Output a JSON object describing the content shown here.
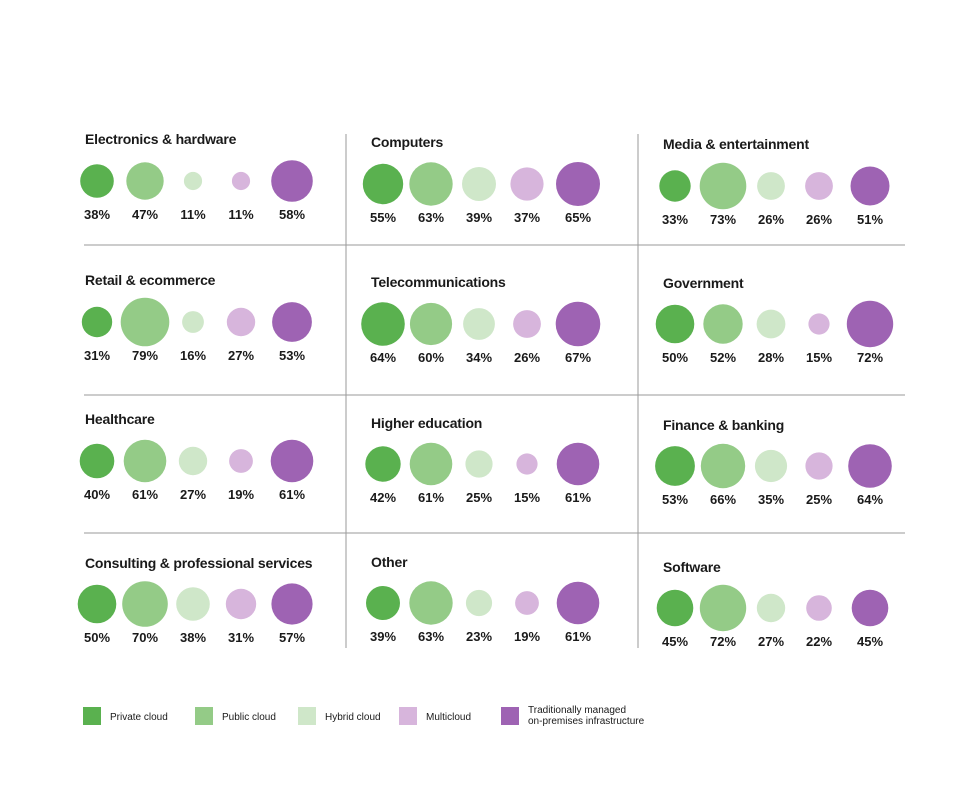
{
  "chart_data": {
    "type": "bubble",
    "series": [
      {
        "name": "Private cloud",
        "color": "#5ab14f"
      },
      {
        "name": "Public cloud",
        "color": "#94cb87"
      },
      {
        "name": "Hybrid cloud",
        "color": "#cfe7c9"
      },
      {
        "name": "Multicloud",
        "color": "#d7b5dc"
      },
      {
        "name": "Traditionally managed on-premises infrastructure",
        "legend_lines": [
          "Traditionally managed",
          "on-premises infrastructure"
        ],
        "color": "#9e63b3"
      }
    ],
    "panels": [
      {
        "title": "Electronics & hardware",
        "values": [
          38,
          47,
          11,
          11,
          58
        ],
        "labels": [
          "38%",
          "47%",
          "11%",
          "11%",
          "58%"
        ]
      },
      {
        "title": "Computers",
        "values": [
          55,
          63,
          39,
          37,
          65
        ],
        "labels": [
          "55%",
          "63%",
          "39%",
          "37%",
          "65%"
        ]
      },
      {
        "title": "Media & entertainment",
        "values": [
          33,
          73,
          26,
          26,
          51
        ],
        "labels": [
          "33%",
          "73%",
          "26%",
          "26%",
          "51%"
        ]
      },
      {
        "title": "Retail & ecommerce",
        "values": [
          31,
          79,
          16,
          27,
          53
        ],
        "labels": [
          "31%",
          "79%",
          "16%",
          "27%",
          "53%"
        ]
      },
      {
        "title": "Telecommunications",
        "values": [
          64,
          60,
          34,
          26,
          67
        ],
        "labels": [
          "64%",
          "60%",
          "34%",
          "26%",
          "67%"
        ]
      },
      {
        "title": "Government",
        "values": [
          50,
          52,
          28,
          15,
          72
        ],
        "labels": [
          "50%",
          "52%",
          "28%",
          "15%",
          "72%"
        ]
      },
      {
        "title": "Healthcare",
        "values": [
          40,
          61,
          27,
          19,
          61
        ],
        "labels": [
          "40%",
          "61%",
          "27%",
          "19%",
          "61%"
        ]
      },
      {
        "title": "Higher education",
        "values": [
          42,
          61,
          25,
          15,
          61
        ],
        "labels": [
          "42%",
          "61%",
          "25%",
          "15%",
          "61%"
        ]
      },
      {
        "title": "Finance & banking",
        "values": [
          53,
          66,
          35,
          25,
          64
        ],
        "labels": [
          "53%",
          "66%",
          "35%",
          "25%",
          "64%"
        ]
      },
      {
        "title": "Consulting & professional services",
        "values": [
          50,
          70,
          38,
          31,
          57
        ],
        "labels": [
          "50%",
          "70%",
          "38%",
          "31%",
          "57%"
        ]
      },
      {
        "title": "Other",
        "values": [
          39,
          63,
          23,
          19,
          61
        ],
        "labels": [
          "39%",
          "63%",
          "23%",
          "19%",
          "61%"
        ]
      },
      {
        "title": "Software",
        "values": [
          45,
          72,
          27,
          22,
          45
        ],
        "labels": [
          "45%",
          "72%",
          "27%",
          "22%",
          "45%"
        ]
      }
    ]
  }
}
